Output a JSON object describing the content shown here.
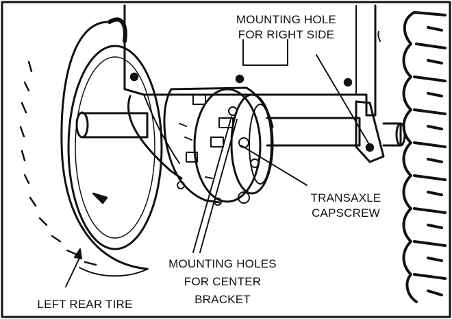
{
  "labels": {
    "mounting_hole_right": [
      "MOUNTING HOLE",
      "FOR RIGHT SIDE"
    ],
    "transaxle_capscrew": [
      "TRANSAXLE",
      "CAPSCREW"
    ],
    "mounting_holes_center": [
      "MOUNTING HOLES",
      "FOR CENTER",
      "BRACKET"
    ],
    "left_rear_tire": "LEFT REAR TIRE"
  },
  "colors": {
    "ink": "#111111",
    "paper": "#ffffff"
  }
}
